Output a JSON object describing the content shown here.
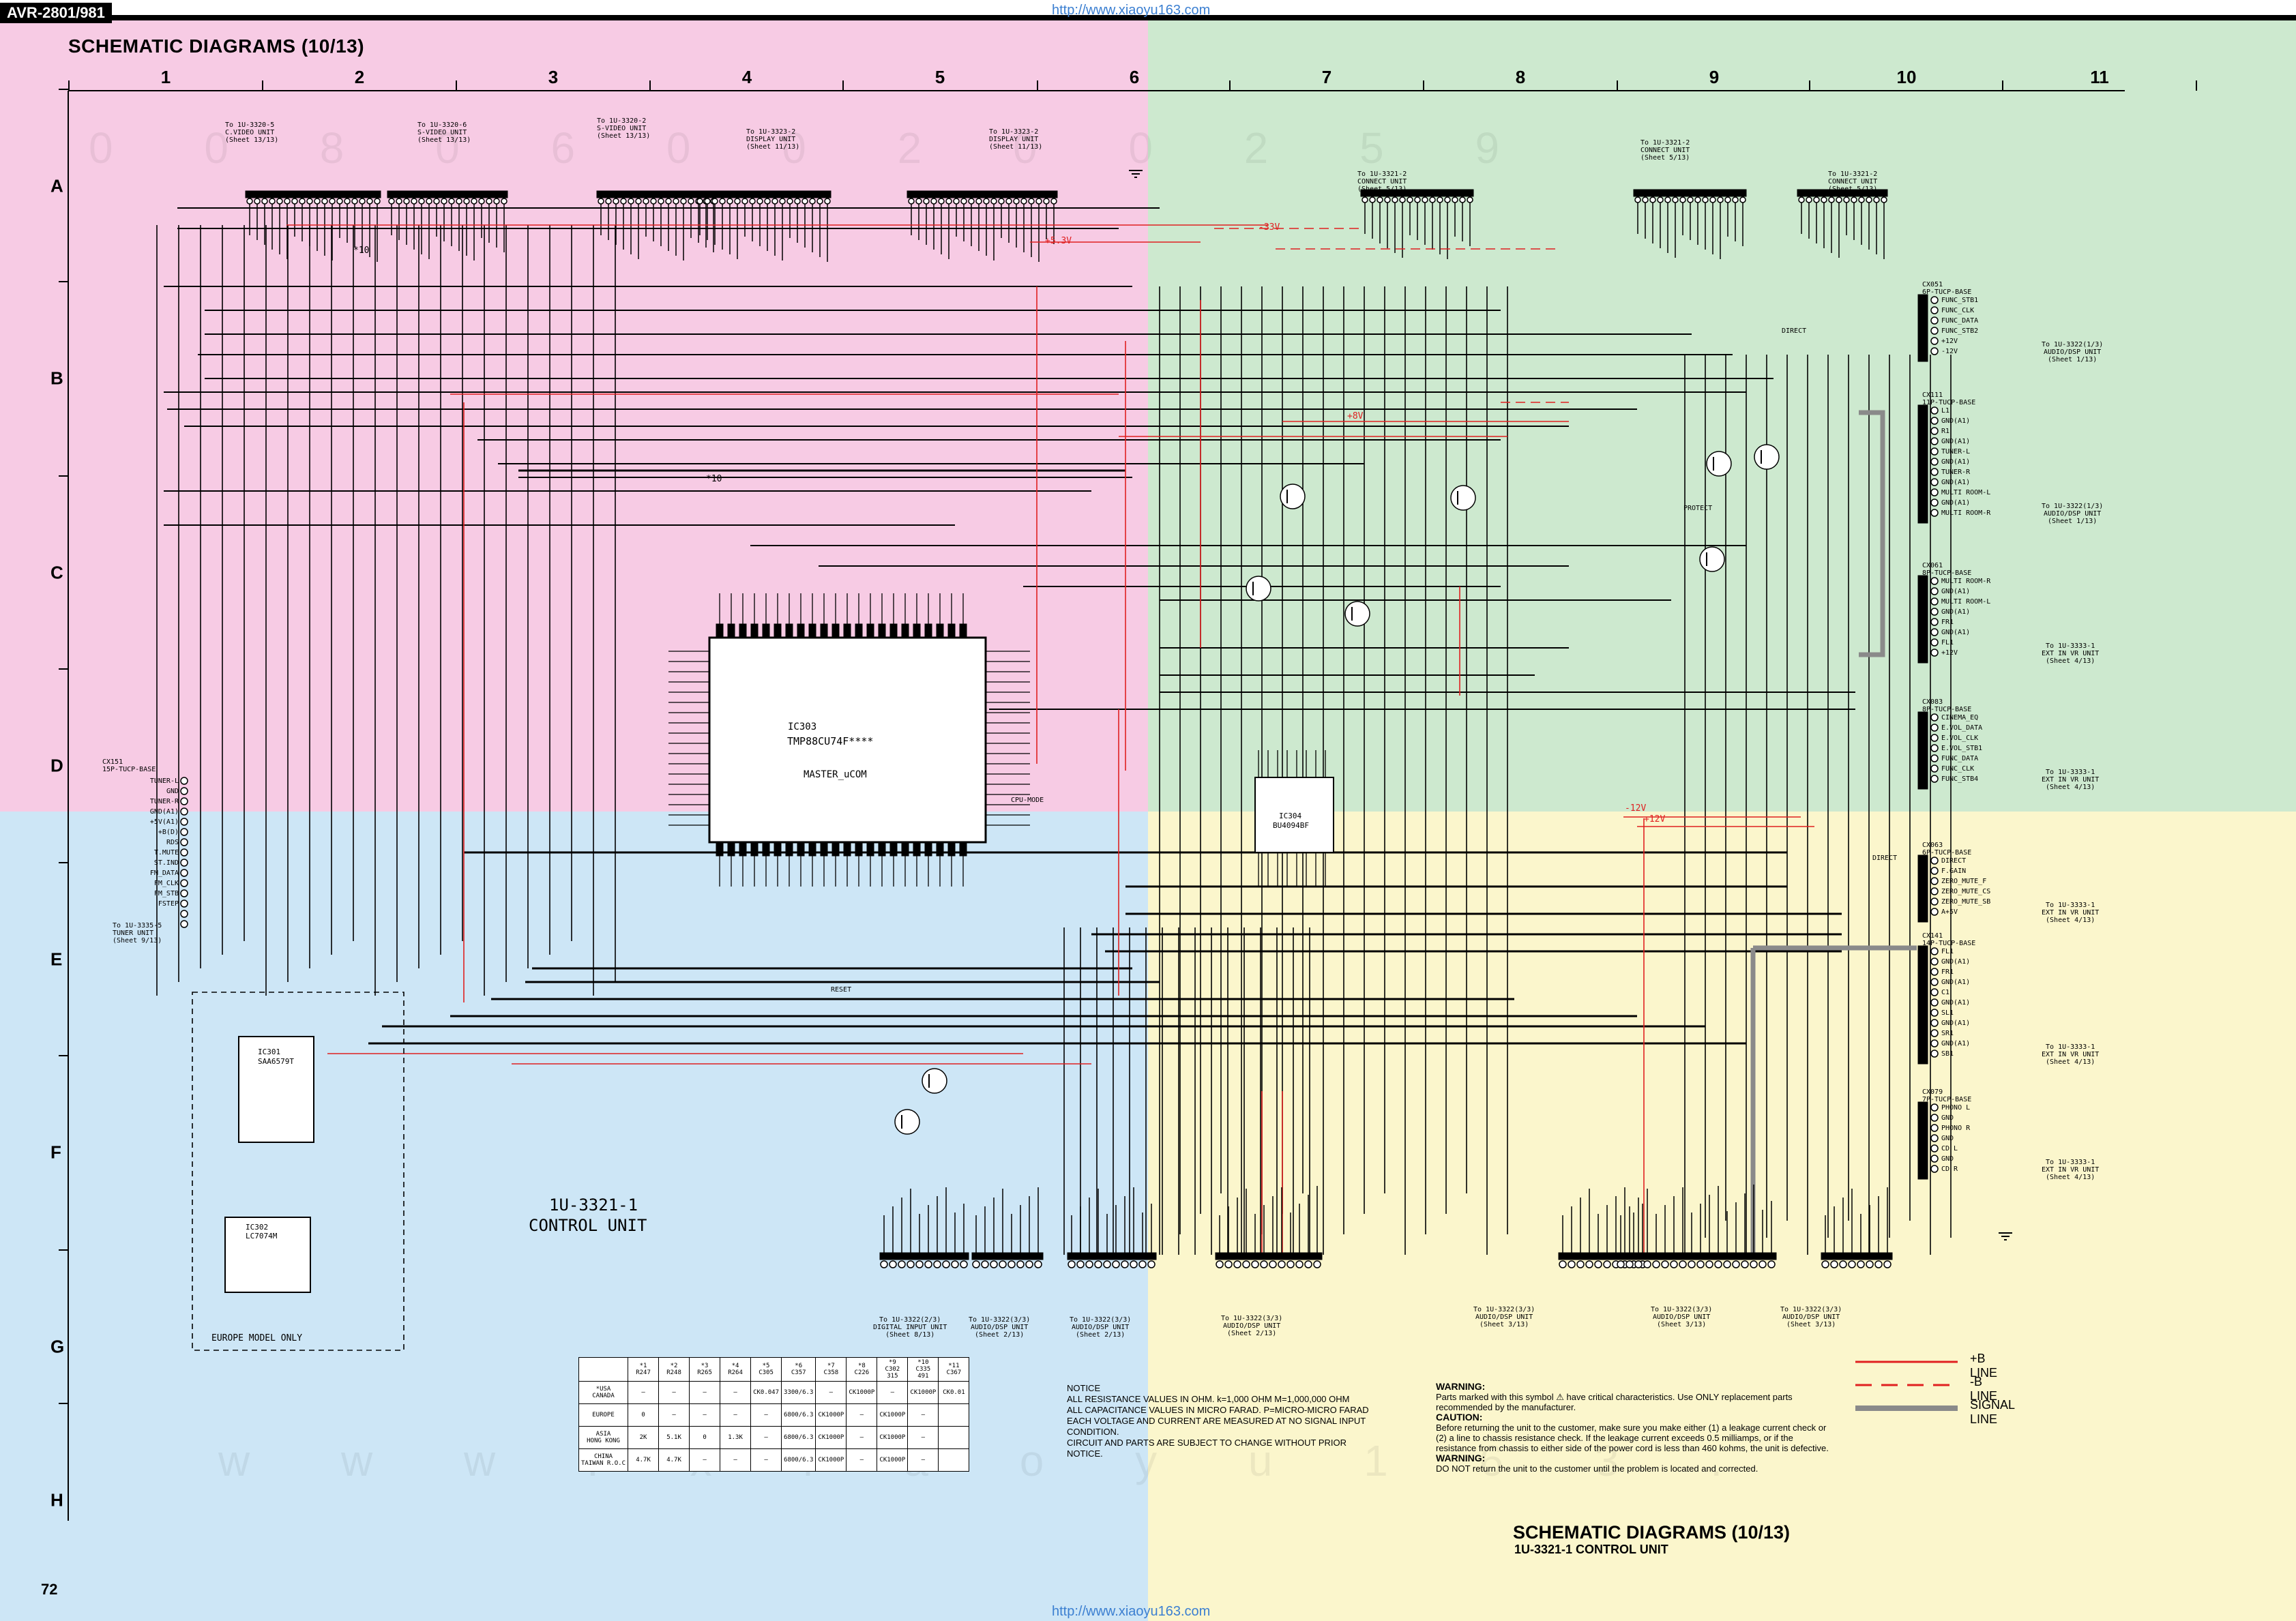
{
  "header": {
    "model": "AVR-2801/981",
    "title": "SCHEMATIC DIAGRAMS (10/13)",
    "url_top": "http://www.xiaoyu163.com",
    "url_bottom": "http://www.xiaoyu163.com",
    "page_number": "72"
  },
  "grid": {
    "columns": [
      "1",
      "2",
      "3",
      "4",
      "5",
      "6",
      "7",
      "8",
      "9",
      "10",
      "11"
    ],
    "rows": [
      "A",
      "B",
      "C",
      "D",
      "E",
      "F",
      "G",
      "H"
    ]
  },
  "colors": {
    "pink": "#f7cbe4",
    "green": "#cde9cf",
    "blue": "#cde6f6",
    "yellow": "#fbf6cc",
    "wire": "#000000",
    "plus_b": "#e02020",
    "minus_b": "#e02020",
    "signal": "#8a8a8a"
  },
  "voltage_labels": {
    "m33v": "-33V",
    "p53v": "+5.3V",
    "p8v": "+8V",
    "m12v": "-12V",
    "p12v": "+12V",
    "x10a": "*10",
    "x10b": "*10"
  },
  "ic": {
    "ic303": "IC303",
    "part": "TMP88CU74F****",
    "name": "MASTER_uCOM",
    "ic301": "IC301",
    "ic301_part": "SAA6579T",
    "ic302": "IC302",
    "ic302_part": "LC7074M",
    "ic304": "IC304",
    "ic304_part": "BU4094BF"
  },
  "control_unit": {
    "line1": "1U-3321-1",
    "line2": "CONTROL UNIT"
  },
  "europe_box": "EUROPE MODEL ONLY",
  "top_connectors": [
    {
      "label": "To 1U-3320-5\nC.VIDEO UNIT\n(Sheet 13/13)"
    },
    {
      "label": "To 1U-3320-6\nS-VIDEO UNIT\n(Sheet 13/13)"
    },
    {
      "label": "To 1U-3320-2\nS-VIDEO UNIT\n(Sheet 13/13)"
    },
    {
      "label": "To 1U-3323-2\nDISPLAY UNIT\n(Sheet 11/13)"
    },
    {
      "label": "To 1U-3323-2\nDISPLAY UNIT\n(Sheet 11/13)"
    },
    {
      "label": "To 1U-3321-2\nCONNECT UNIT\n(Sheet 5/13)"
    },
    {
      "label": "To 1U-3321-2\nCONNECT UNIT\n(Sheet 5/13)"
    },
    {
      "label": "To 1U-3321-2\nCONNECT UNIT\n(Sheet 5/13)"
    }
  ],
  "right_connectors": [
    {
      "name": "CX051",
      "type": "6P-TUCP-BASE",
      "pins": [
        "FUNC_STB1",
        "FUNC_CLK",
        "FUNC_DATA",
        "FUNC_STB2",
        "+12V",
        "-12V"
      ],
      "dest": "To 1U-3322(1/3)\nAUDIO/DSP UNIT\n(Sheet 1/13)"
    },
    {
      "name": "CX111",
      "type": "11P-TUCP-BASE",
      "pins": [
        "L1",
        "GND(A1)",
        "R1",
        "GND(A1)",
        "TUNER-L",
        "GND(A1)",
        "TUNER-R",
        "GND(A1)",
        "MULTI ROOM-L",
        "GND(A1)",
        "MULTI ROOM-R"
      ],
      "dest": "To 1U-3322(1/3)\nAUDIO/DSP UNIT\n(Sheet 1/13)"
    },
    {
      "name": "CX061",
      "type": "8P-TUCP-BASE",
      "pins": [
        "MULTI ROOM-R",
        "GND(A1)",
        "MULTI ROOM-L",
        "GND(A1)",
        "FR1",
        "GND(A1)",
        "FL1",
        "+12V"
      ],
      "dest": "To 1U-3333-1\nEXT IN VR UNIT\n(Sheet 4/13)"
    },
    {
      "name": "CX083",
      "type": "8P-TUCP-BASE",
      "pins": [
        "CINEMA_EQ",
        "E.VOL_DATA",
        "E.VOL_CLK",
        "E.VOL_STB1",
        "FUNC_DATA",
        "FUNC_CLK",
        "FUNC_STB4"
      ],
      "dest": "To 1U-3333-1\nEXT IN VR UNIT\n(Sheet 4/13)"
    },
    {
      "name": "CX063",
      "type": "6P-TUCP-BASE",
      "pins": [
        "DIRECT",
        "F.GAIN",
        "ZERO_MUTE_F",
        "ZERO_MUTE_CS",
        "ZERO_MUTE_SB",
        "A+5V"
      ],
      "dest": "To 1U-3333-1\nEXT IN VR UNIT\n(Sheet 4/13)"
    },
    {
      "name": "CX141",
      "type": "14P-TUCP-BASE",
      "pins": [
        "FL1",
        "GND(A1)",
        "FR1",
        "GND(A1)",
        "C1",
        "GND(A1)",
        "SL1",
        "GND(A1)",
        "SR1",
        "GND(A1)",
        "SB1"
      ],
      "dest": "To 1U-3333-1\nEXT IN VR UNIT\n(Sheet 4/13)"
    },
    {
      "name": "CX079",
      "type": "7P-TUCP-BASE",
      "pins": [
        "PHONO L",
        "GND",
        "PHONO R",
        "GND",
        "CD L",
        "GND",
        "CD R"
      ],
      "dest": "To 1U-3333-1\nEXT IN VR UNIT\n(Sheet 4/13)"
    }
  ],
  "left_connector": {
    "name": "CX151",
    "type": "15P-TUCP-BASE",
    "pins": [
      "TUNER-L",
      "GND",
      "TUNER-R",
      "GND(A1)",
      "+5V(A1)",
      "+B(D)",
      "RDS",
      "T.MUTE",
      "ST.IND",
      "FM_DATA",
      "FM_CLK",
      "FM_STB",
      "FSTEP"
    ],
    "dest": "To 1U-3335-5\nTUNER UNIT\n(Sheet 9/13)"
  },
  "bottom_connectors": [
    {
      "label": "To 1U-3322(2/3)\nDIGITAL INPUT UNIT\n(Sheet 8/13)"
    },
    {
      "label": "To 1U-3322(3/3)\nAUDIO/DSP UNIT\n(Sheet 2/13)"
    },
    {
      "label": "To 1U-3322(3/3)\nAUDIO/DSP UNIT\n(Sheet 2/13)"
    },
    {
      "label": "To 1U-3322(3/3)\nAUDIO/DSP UNIT\n(Sheet 2/13)"
    },
    {
      "label": "To 1U-3322(3/3)\nAUDIO/DSP UNIT\n(Sheet 3/13)"
    },
    {
      "label": "To 1U-3322(3/3)\nAUDIO/DSP UNIT\n(Sheet 3/13)"
    },
    {
      "label": "To 1U-3322(3/3)\nAUDIO/DSP UNIT\n(Sheet 3/13)"
    }
  ],
  "option_table": {
    "headers": [
      "",
      "*1\nR247",
      "*2\nR248",
      "*3\nR265",
      "*4\nR264",
      "*5\nC305",
      "*6\nC357",
      "*7\nC358",
      "*8\nC226",
      "*9\nC302\n315",
      "*10\nC335\n491",
      "*11\nC367"
    ],
    "rows": [
      [
        "*USA\nCANADA",
        "—",
        "—",
        "—",
        "—",
        "CK0.047",
        "3300/6.3",
        "—",
        "CK1000P",
        "—",
        "CK1000P",
        "CK0.01"
      ],
      [
        "EUROPE",
        "0",
        "—",
        "—",
        "—",
        "—",
        "6800/6.3",
        "CK1000P",
        "—",
        "CK1000P",
        "—",
        ""
      ],
      [
        "ASIA\nHONG KONG",
        "2K",
        "5.1K",
        "0",
        "1.3K",
        "—",
        "6800/6.3",
        "CK1000P",
        "—",
        "CK1000P",
        "—",
        ""
      ],
      [
        "CHINA\nTAIWAN R.O.C",
        "4.7K",
        "4.7K",
        "—",
        "—",
        "—",
        "6800/6.3",
        "CK1000P",
        "—",
        "CK1000P",
        "—",
        ""
      ]
    ]
  },
  "notice": {
    "title": "NOTICE",
    "lines": [
      "ALL RESISTANCE VALUES IN OHM. k=1,000 OHM M=1,000,000 OHM",
      "ALL CAPACITANCE VALUES IN MICRO FARAD. P=MICRO-MICRO FARAD",
      "EACH VOLTAGE AND CURRENT ARE MEASURED AT NO SIGNAL INPUT",
      "CONDITION.",
      "CIRCUIT AND PARTS ARE SUBJECT TO CHANGE WITHOUT PRIOR",
      "NOTICE."
    ]
  },
  "warnings": {
    "w1_title": "WARNING:",
    "w1_text": "Parts marked with this symbol ⚠ have critical characteristics. Use ONLY replacement parts recommended by the manufacturer.",
    "caution_title": "CAUTION:",
    "caution_text": "Before returning the unit to the customer, make sure you make either (1) a leakage current check or (2) a line to chassis resistance check. If the leakage current exceeds 0.5 milliamps, or if the resistance from chassis to either side of the power cord is less than 460 kohms, the unit is defective.",
    "w2_title": "WARNING:",
    "w2_text": "DO NOT return the unit to the customer until the problem is located and corrected."
  },
  "legend": {
    "plus_b": "+B LINE",
    "minus_b": "-B LINE",
    "signal": "SIGNAL LINE"
  },
  "footer": {
    "title": "SCHEMATIC DIAGRAMS  (10/13)",
    "subtitle": "1U-3321-1 CONTROL UNIT"
  },
  "misc_labels": {
    "direct": "DIRECT",
    "direct2": "DIRECT",
    "protect": "PROTECT",
    "reset": "RESET",
    "ic_pins_note": "CPU-MODE",
    "watermark_top": "0 0 8 0 6 0 0 2 0 0 2 5 9",
    "watermark_bottom": "w w w . x i a o y u 1 6 3 ."
  }
}
